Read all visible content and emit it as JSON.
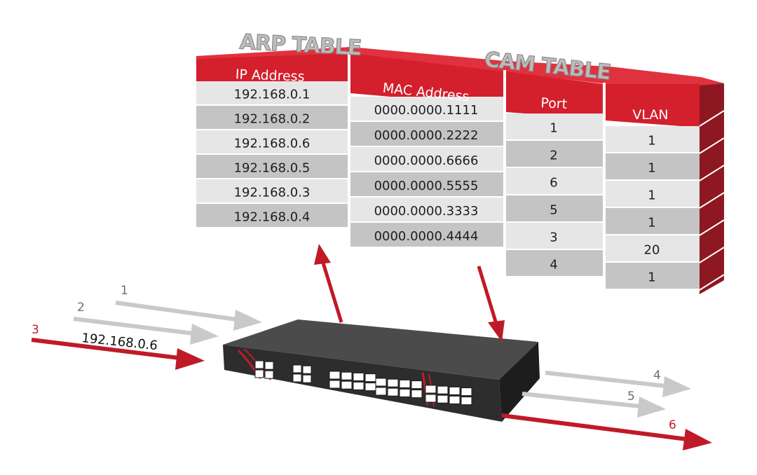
{
  "arp_title": "ARP TABLE",
  "cam_title": "CAM TABLE",
  "columns": {
    "ip": "IP Address",
    "mac": "MAC Address",
    "port": "Port",
    "vlan": "VLAN"
  },
  "rows": [
    {
      "ip": "192.168.0.1",
      "mac": "0000.0000.1111",
      "port": "1",
      "vlan": "1"
    },
    {
      "ip": "192.168.0.2",
      "mac": "0000.0000.2222",
      "port": "2",
      "vlan": "1"
    },
    {
      "ip": "192.168.0.6",
      "mac": "0000.0000.6666",
      "port": "6",
      "vlan": "1"
    },
    {
      "ip": "192.168.0.5",
      "mac": "0000.0000.5555",
      "port": "5",
      "vlan": "1"
    },
    {
      "ip": "192.168.0.3",
      "mac": "0000.0000.3333",
      "port": "3",
      "vlan": "20"
    },
    {
      "ip": "192.168.0.4",
      "mac": "0000.0000.4444",
      "port": "4",
      "vlan": "1"
    }
  ],
  "incoming_flows": [
    "1",
    "2",
    "3"
  ],
  "outgoing_flows": [
    "4",
    "5",
    "6"
  ],
  "flow_ip_label": "192.168.0.6",
  "colors": {
    "header_red": "#d41f2c",
    "side_red": "#8e1822",
    "row_light": "#e6e6e6",
    "row_dark": "#c4c4c4",
    "arrow_grey": "#c9c9c9",
    "arrow_red": "#c01a28",
    "switch_body": "#2d2d2d"
  }
}
